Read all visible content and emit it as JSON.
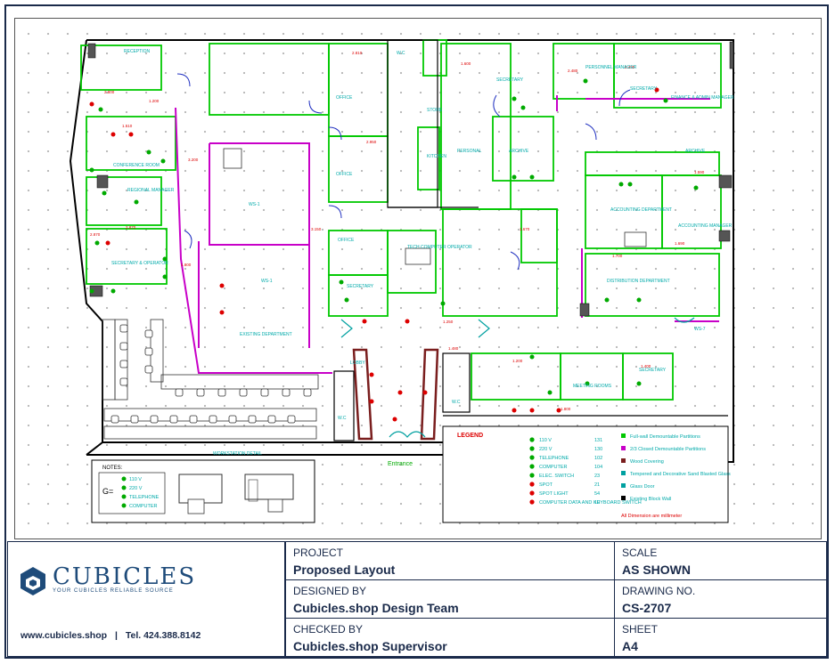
{
  "drawing": {
    "rooms": {
      "reception": "RECEPTION",
      "conference": "CONFERENCE ROOM",
      "regional_manager": "REGIONAL MANAGER",
      "secretary_operator": "SECRETARY & OPERATOR",
      "office1": "OFFICE",
      "office2": "OFFICE",
      "office3": "OFFICE",
      "secretary1": "SECRETARY",
      "secretary2": "SECRETARY",
      "secretary3": "SECRETARY",
      "secretary4": "SECRETARY",
      "tech_computer": "TECH COMPUTER OPERATOR",
      "kitchen": "KITCHEN",
      "store": "STORE",
      "wc1": "W.C",
      "wc2": "W.C",
      "wc3": "W.C",
      "lobby": "LOBBY",
      "archive1": "ARCHIVE",
      "archive2": "ARCHIVE",
      "personnel_manager": "PERSONNEL MANAGER",
      "finance_manager": "FINANCE & ADMIN MANAGER",
      "accounting_dept": "ACCOUNTING DEPARTMENT",
      "accounting_manager": "ACCOUNTING MANAGER",
      "distribution_dept": "DISTRIBUTION DEPARTMENT",
      "meeting_rooms": "MEETING ROOMS",
      "ws1a": "WS-1",
      "ws1b": "WS-1",
      "ws7": "WS-7",
      "existing_dept": "EXISTING DEPARTMENT",
      "workstation_detail": "WORKSTATION DETAIL",
      "personal": "PERSONAL",
      "entrance": "Entrance"
    },
    "notes": {
      "title": "NOTES:",
      "items": [
        "110 V",
        "220 V",
        "TELEPHONE",
        "COMPUTER"
      ],
      "prefix": "G="
    },
    "legend": {
      "title": "LEGEND",
      "symbols": [
        {
          "label": "110 V",
          "count": "131"
        },
        {
          "label": "220 V",
          "count": "130"
        },
        {
          "label": "TELEPHONE",
          "count": "102"
        },
        {
          "label": "COMPUTER",
          "count": "104"
        },
        {
          "label": "ELEC. SWITCH",
          "count": "23"
        },
        {
          "label": "SPOT",
          "count": "21"
        },
        {
          "label": "SPOT LIGHT",
          "count": "54"
        },
        {
          "label": "COMPUTER DATA AND KEYBOARD SWITCH",
          "count": "10"
        }
      ],
      "materials": [
        {
          "label": "Full-wall Demountable Partitions",
          "color": "#00c800"
        },
        {
          "label": "2/3 Closed Demountable Partitions",
          "color": "#c800c8"
        },
        {
          "label": "Wood Covering",
          "color": "#7a1e1e"
        },
        {
          "label": "Tempered and Decorative Sand Blasted Glass",
          "color": "#00a0a0"
        },
        {
          "label": "Glass Door",
          "color": "#00a0a0"
        },
        {
          "label": "Existing Block Wall",
          "color": "#000000"
        }
      ],
      "footnote": "All Dimension are millimeter"
    }
  },
  "titleblock": {
    "logo": {
      "word": "CUBICLES",
      "tagline": "YOUR CUBICLES RELIABLE SOURCE"
    },
    "website": "www.cubicles.shop",
    "separator": "|",
    "phone": "Tel. 424.388.8142",
    "project_label": "PROJECT",
    "project_value": "Proposed Layout",
    "designed_label": "DESIGNED BY",
    "designed_value": "Cubicles.shop Design Team",
    "checked_label": "CHECKED BY",
    "checked_value": "Cubicles.shop Supervisor",
    "scale_label": "SCALE",
    "scale_value": "AS SHOWN",
    "drawing_label": "DRAWING NO.",
    "drawing_value": "CS-2707",
    "sheet_label": "SHEET",
    "sheet_value": "A4"
  }
}
